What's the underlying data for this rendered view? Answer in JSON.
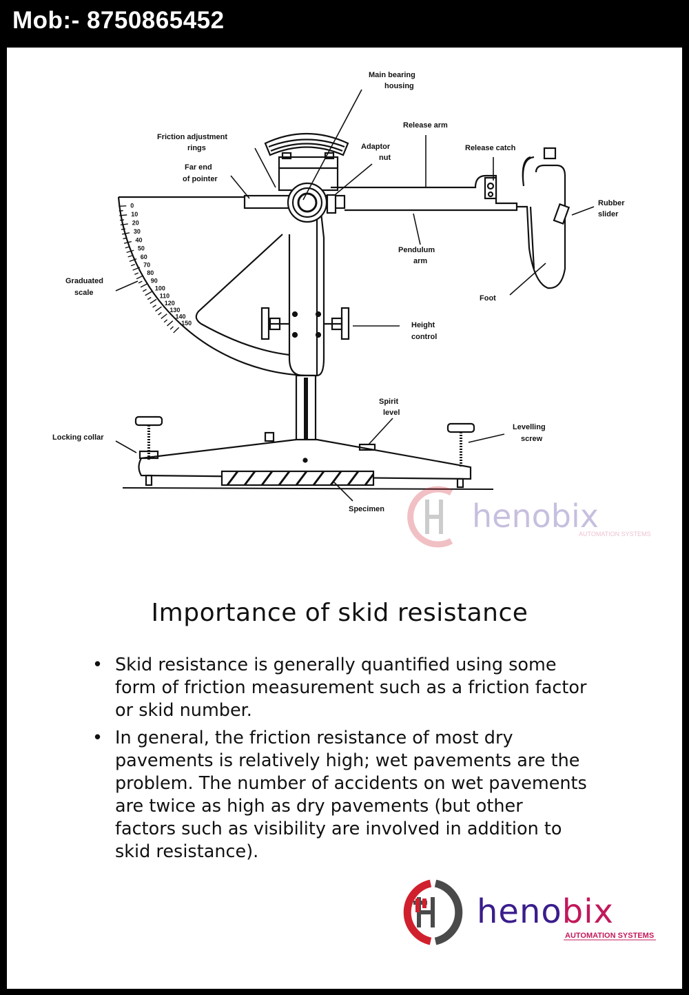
{
  "header": {
    "phone": "Mob:- 8750865452"
  },
  "diagram": {
    "labels": {
      "main_bearing_1": "Main bearing",
      "main_bearing_2": "housing",
      "release_arm": "Release arm",
      "friction_1": "Friction adjustment",
      "friction_2": "rings",
      "adaptor_1": "Adaptor",
      "adaptor_2": "nut",
      "release_catch": "Release catch",
      "far_end_1": "Far end",
      "far_end_2": "of pointer",
      "rubber_1": "Rubber",
      "rubber_2": "slider",
      "pendulum_1": "Pendulum",
      "pendulum_2": "arm",
      "graduated_1": "Graduated",
      "graduated_2": "scale",
      "foot": "Foot",
      "height_1": "Height",
      "height_2": "control",
      "spirit_1": "Spirit",
      "spirit_2": "level",
      "levelling_1": "Levelling",
      "levelling_2": "screw",
      "locking_collar": "Locking collar",
      "specimen": "Specimen"
    },
    "scale": [
      "0",
      "10",
      "20",
      "30",
      "40",
      "50",
      "60",
      "70",
      "80",
      "90",
      "100",
      "110",
      "120",
      "130",
      "140",
      "150"
    ]
  },
  "content": {
    "title": "Importance of skid resistance",
    "bullets": [
      "Skid resistance is generally quantified using some form of friction measurement such as a friction factor or skid number.",
      "In general, the friction resistance of most dry pavements is relatively high; wet pavements are the problem. The number of accidents on wet pavements are twice as high as dry pavements (but other factors such as visibility are involved in addition to skid resistance)."
    ],
    "bullet_symbol": "•"
  },
  "logo": {
    "name_part1": "heno",
    "name_part2": "bix",
    "tagline": "AUTOMATION SYSTEMS",
    "colors": {
      "red": "#d0202e",
      "gray": "#4a4a4a",
      "purple": "#3a1d8c",
      "pink": "#c2185b"
    }
  }
}
